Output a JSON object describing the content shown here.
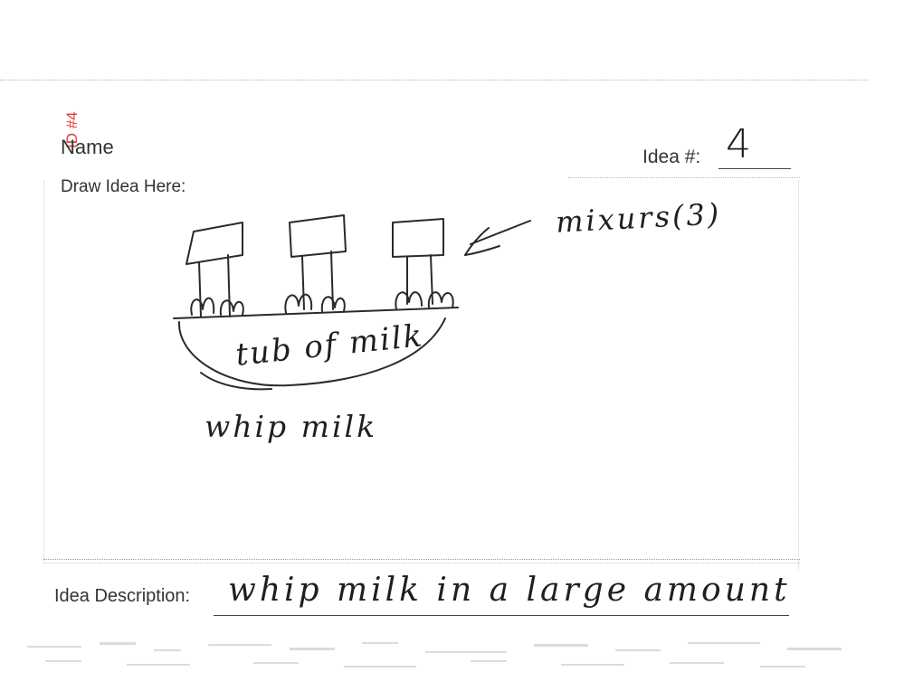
{
  "form": {
    "stamp": "ID #4",
    "name_label": "Name",
    "draw_label": "Draw Idea Here:",
    "idea_number_label": "Idea #:",
    "description_label": "Idea Description:"
  },
  "handwriting": {
    "idea_number": "4",
    "mixers_label": "mixurs(3)",
    "tub_label": "tub of milk",
    "caption": "whip milk",
    "description": "whip milk in a large amount"
  },
  "colors": {
    "stamp": "#e23b3b",
    "ink": "#1f1f1f",
    "printed_text": "#333333",
    "paper": "#ffffff"
  }
}
